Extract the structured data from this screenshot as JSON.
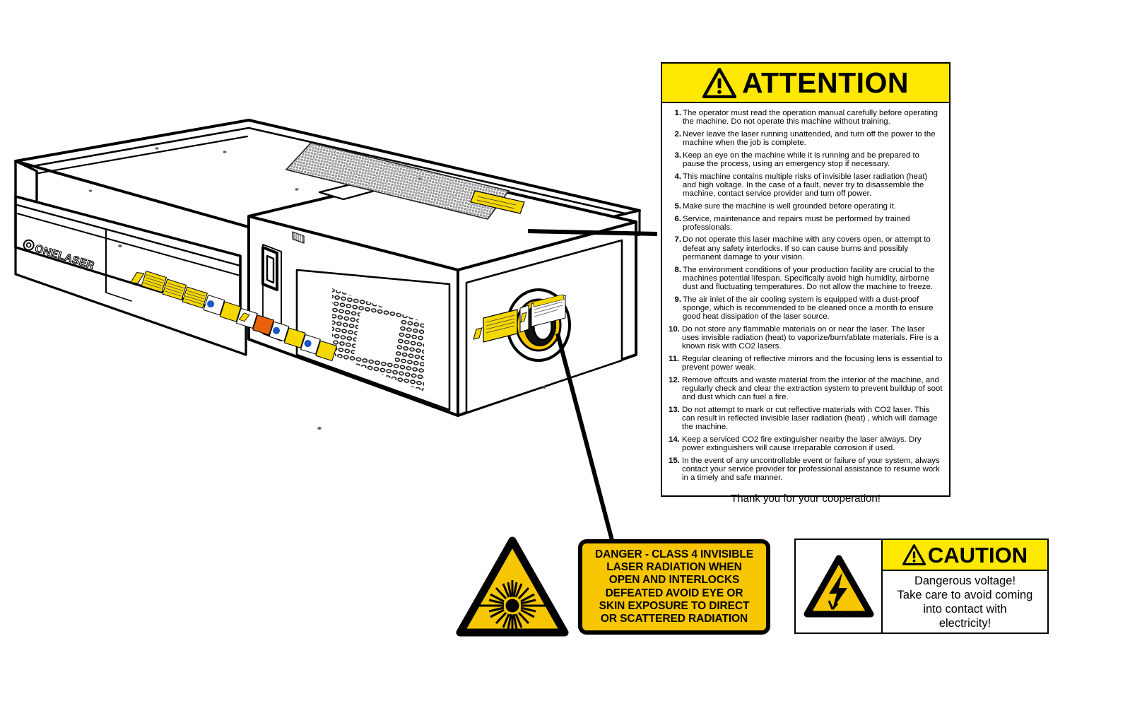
{
  "attention": {
    "header_title": "ATTENTION",
    "header_icon": "warning-triangle-icon",
    "items": [
      {
        "num": "1.",
        "text": "The operator must read the operation manual carefully before operating the machine. Do not operate this machine without training."
      },
      {
        "num": "2.",
        "text": "Never leave the laser running unattended, and turn off the power to the machine when the job is complete."
      },
      {
        "num": "3.",
        "text": "Keep an eye on the machine while it is running and be prepared to pause the process, using an emergency stop if necessary."
      },
      {
        "num": "4.",
        "text": "This machine contains multiple risks of invisible laser radiation (heat) and high voltage. In the case of a fault, never try to disassemble the machine, contact service provider and turn off power."
      },
      {
        "num": "5.",
        "text": "Make sure the machine is well grounded before operating it."
      },
      {
        "num": "6.",
        "text": "Service, maintenance and repairs must be performed by trained professionals."
      },
      {
        "num": "7.",
        "text": "Do not operate this laser machine with any covers open, or attempt to defeat any safety interlocks. If so can cause burns and possibly permanent damage to your vision."
      },
      {
        "num": "8.",
        "text": "The environment conditions of your production facility are crucial to the machines potential lifespan. Specifically avoid high humidity, airborne dust and fluctuating temperatures. Do not allow the machine to freeze."
      },
      {
        "num": "9.",
        "text": "The air inlet of the air cooling system is equipped with a dust-proof sponge, which is recommended to be cleaned once a month to ensure good heat dissipation of the laser source."
      },
      {
        "num": "10.",
        "text": "Do not store any flammable materials on or near the laser. The laser uses invisible radiation (heat) to vaporize/burn/ablate materials. Fire is a known risk with CO2 lasers."
      },
      {
        "num": "11.",
        "text": "Regular cleaning of reflective mirrors and the focusing lens is essential to prevent power weak."
      },
      {
        "num": "12.",
        "text": "Remove offcuts and waste material from the interior of the machine, and regularly check and clear the extraction system to prevent buildup of soot and dust which can fuel a fire."
      },
      {
        "num": "13.",
        "text": "Do not attempt to mark or cut reflective materials with CO2 laser. This can result in reflected invisible laser radiation (heat) , which will damage the machine."
      },
      {
        "num": "14.",
        "text": "Keep a serviced CO2 fire extinguisher nearby the laser always. Dry power extinguishers will cause irreparable corrosion if used."
      },
      {
        "num": "15.",
        "text": "In the event of any uncontrollable event or failure of your system, always contact your service provider for professional assistance to resume work in a timely and safe manner."
      }
    ],
    "closing": "Thank you for your cooperation!"
  },
  "laser_triangle": {
    "icon": "laser-radiation-hazard-icon",
    "fill": "#F7C600"
  },
  "danger_label": {
    "lines": [
      "DANGER - CLASS 4 INVISIBLE",
      "LASER RADIATION WHEN",
      "OPEN AND INTERLOCKS",
      "DEFEATED AVOID EYE OR",
      "SKIN EXPOSURE TO DIRECT",
      "OR SCATTERED RADIATION"
    ],
    "background": "#F7C600"
  },
  "caution_label": {
    "icon": "electrical-hazard-icon",
    "header_icon": "warning-triangle-icon",
    "header_title": "CAUTION",
    "header_background": "#FFE800",
    "body_lines": [
      "Dangerous voltage!",
      "Take care to avoid coming",
      "into contact with",
      "electricity!"
    ]
  },
  "machine": {
    "brand": "ONELASER",
    "brand_icon": "onelaser-logo-icon",
    "parts": {
      "lid_vent": "perforated-lid-vent",
      "side_vent": "perforated-side-vent",
      "handle": "lid-handle",
      "laser_port": "laser-output-port",
      "lid_caution_sticker": "lid-caution-sticker",
      "side_caution_sticker": "side-caution-sticker",
      "front_sticker_strip": "front-warning-sticker-strip"
    }
  },
  "colors": {
    "attention_yellow": "#FFE800",
    "hazard_amber": "#F7C600",
    "outline": "#000000"
  }
}
